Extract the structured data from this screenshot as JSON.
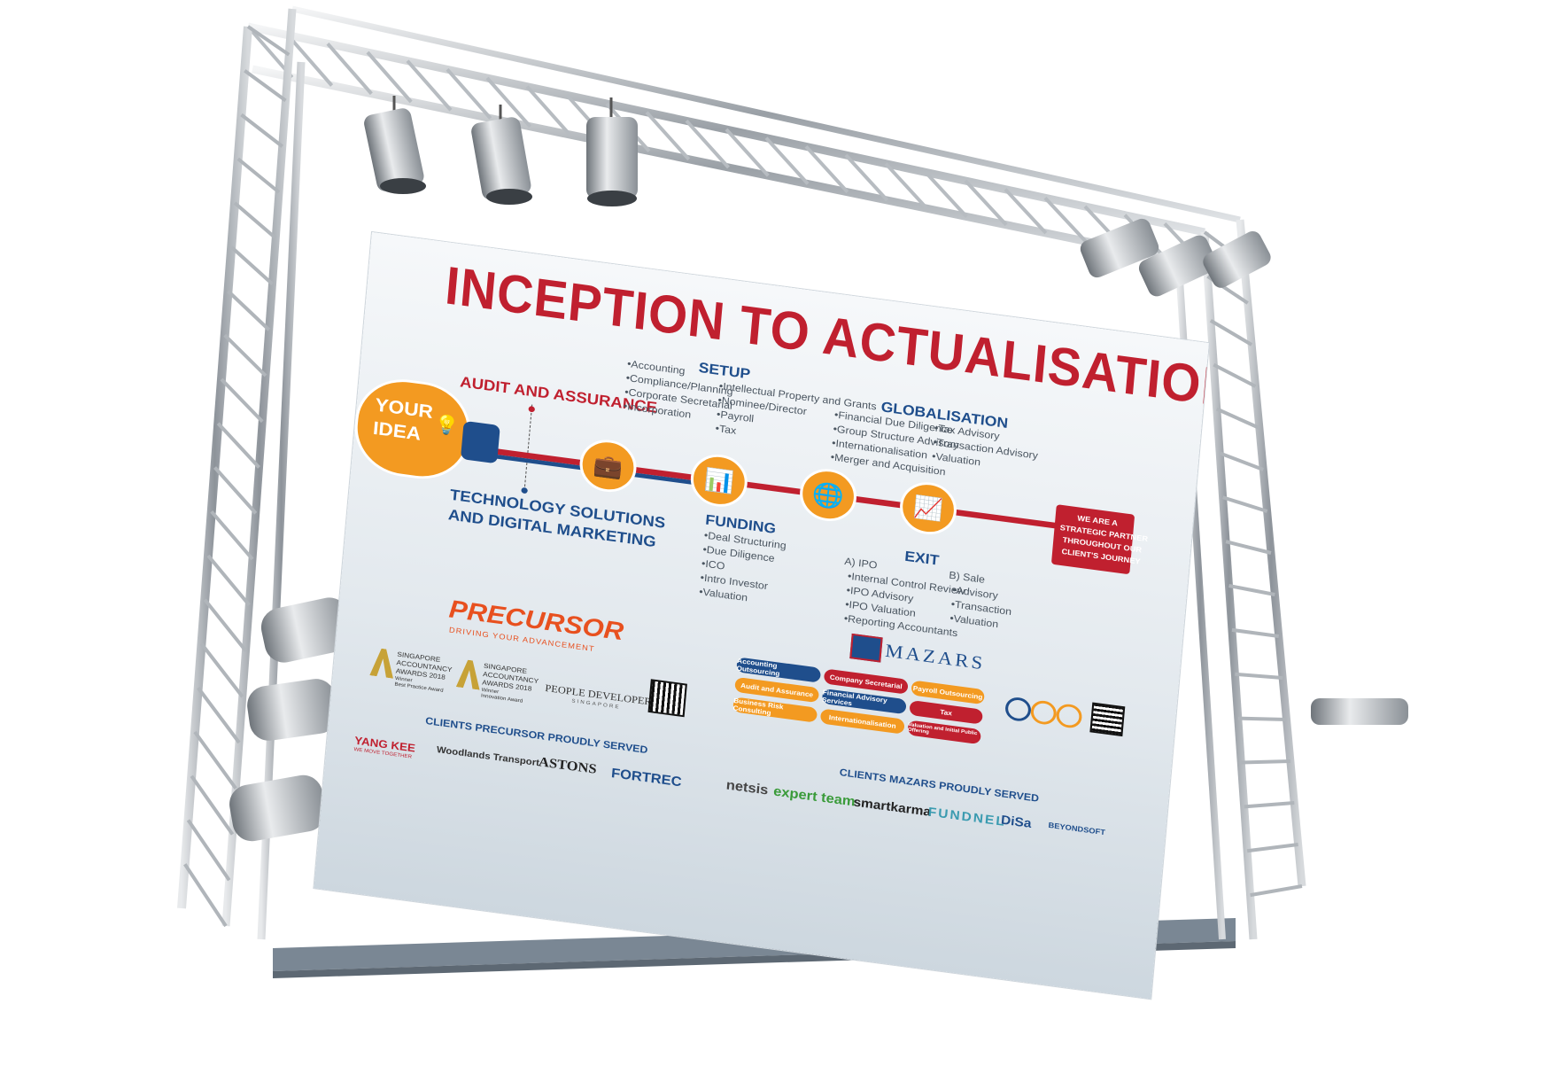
{
  "poster": {
    "title": "INCEPTION TO ACTUALISATION",
    "idea": {
      "line1": "YOUR",
      "line2": "IDEA"
    },
    "audit": "AUDIT AND ASSURANCE",
    "tech": {
      "line1": "TECHNOLOGY SOLUTIONS",
      "line2": "AND DIGITAL MARKETING"
    },
    "setup": {
      "heading": "SETUP",
      "col1": [
        "Accounting",
        "Compliance/Planning",
        "Corporate Secretarial",
        "Incorporation"
      ],
      "col2": [
        "Intellectual Property and Grants",
        "Nominee/Director",
        "Payroll",
        "Tax"
      ]
    },
    "funding": {
      "heading": "FUNDING",
      "items": [
        "Deal Structuring",
        "Due Diligence",
        "ICO",
        "Intro Investor",
        "Valuation"
      ]
    },
    "globalisation": {
      "heading": "GLOBALISATION",
      "col1": [
        "Financial Due Diligence",
        "Group Structure Advisory",
        "Internationalisation",
        "Merger and Acquisition"
      ],
      "col2": [
        "Tax Advisory",
        "Transaction Advisory",
        "Valuation"
      ]
    },
    "exit": {
      "heading": "EXIT",
      "a_label": "A) IPO",
      "a_items": [
        "Internal Control Review",
        "IPO Advisory",
        "IPO Valuation",
        "Reporting Accountants"
      ],
      "b_label": "B) Sale",
      "b_items": [
        "Advisory",
        "Transaction",
        "Valuation"
      ]
    },
    "partner": {
      "line1": "WE ARE A",
      "line2": "STRATEGIC PARTNER",
      "line3": "THROUGHOUT OUR",
      "line4": "CLIENT'S JOURNEY"
    },
    "precursor": {
      "name": "PRECURSOR",
      "tagline": "DRIVING YOUR ADVANCEMENT"
    },
    "awards": [
      {
        "line1": "SINGAPORE",
        "line2": "ACCOUNTANCY",
        "line3": "AWARDS 2018",
        "line4": "Winner",
        "line5": "Best Practice Award"
      },
      {
        "line1": "SINGAPORE",
        "line2": "ACCOUNTANCY",
        "line3": "AWARDS 2018",
        "line4": "Winner",
        "line5": "Innovation Award"
      }
    ],
    "people_developer": {
      "name": "PEOPLE DEVELOPER",
      "sub": "SINGAPORE"
    },
    "mazars": {
      "name": "MAZARS"
    },
    "services": [
      {
        "label": "Accounting Outsourcing",
        "color": "#1f4e8c"
      },
      {
        "label": "Company Secretarial",
        "color": "#c0202f"
      },
      {
        "label": "Payroll Outsourcing",
        "color": "#f39a21"
      },
      {
        "label": "Audit and Assurance",
        "color": "#f39a21"
      },
      {
        "label": "Financial Advisory Services",
        "color": "#1f4e8c"
      },
      {
        "label": "Tax",
        "color": "#c0202f"
      },
      {
        "label": "Business Risk Consulting",
        "color": "#f39a21"
      },
      {
        "label": "Internationalisation",
        "color": "#f39a21"
      },
      {
        "label": "Valuation and Initial Public Offering",
        "color": "#c0202f"
      }
    ],
    "clients_precursor_heading": "CLIENTS PRECURSOR PROUDLY SERVED",
    "clients_precursor": [
      {
        "name": "YANG KEE",
        "sub": "WE MOVE TOGETHER"
      },
      {
        "name": "Woodlands Transport",
        "sub": ""
      },
      {
        "name": "ASTONS",
        "sub": ""
      },
      {
        "name": "FORTREC",
        "sub": ""
      }
    ],
    "clients_mazars_heading": "CLIENTS MAZARS PROUDLY SERVED",
    "clients_mazars": [
      "netsis",
      "expert team",
      "smartkarma",
      "FUNDNEL",
      "DiSa",
      "BEYONDSOFT"
    ],
    "colors": {
      "red": "#c0202f",
      "blue": "#1f4e8c",
      "orange": "#f39a21"
    }
  }
}
